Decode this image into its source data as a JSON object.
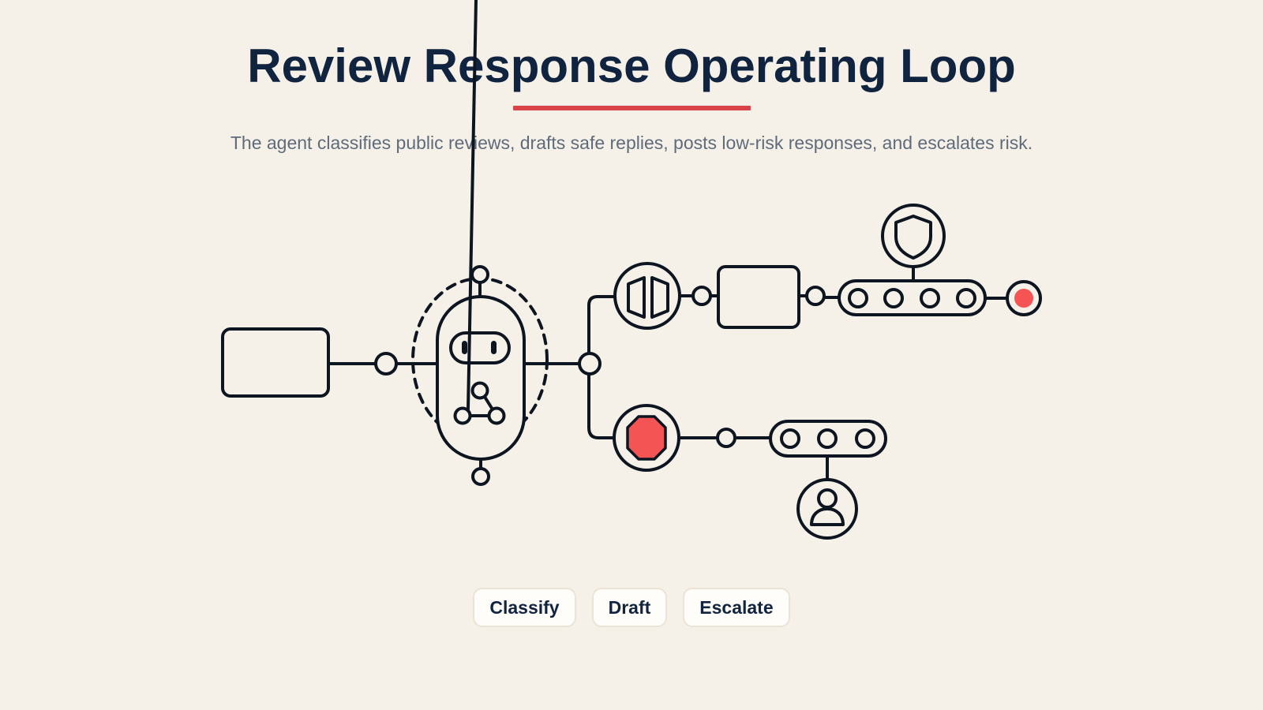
{
  "header": {
    "title": "Review Response Operating Loop",
    "subtitle": "The agent classifies public reviews, drafts safe replies, posts low-risk responses, and escalates risk."
  },
  "steps": [
    {
      "label": "Classify"
    },
    {
      "label": "Draft"
    },
    {
      "label": "Escalate"
    }
  ],
  "colors": {
    "background": "#f5f1e9",
    "title": "#10233f",
    "accent": "#d9434a",
    "stroke": "#0d1620",
    "alert": "#f45454",
    "subtitle": "#5f6b7a"
  },
  "icons": [
    "review-input-box-icon",
    "robot-agent-icon",
    "network-nodes-icon",
    "book-icon",
    "reply-draft-box-icon",
    "shield-icon",
    "stop-sign-icon",
    "person-icon",
    "status-dot-icon"
  ]
}
